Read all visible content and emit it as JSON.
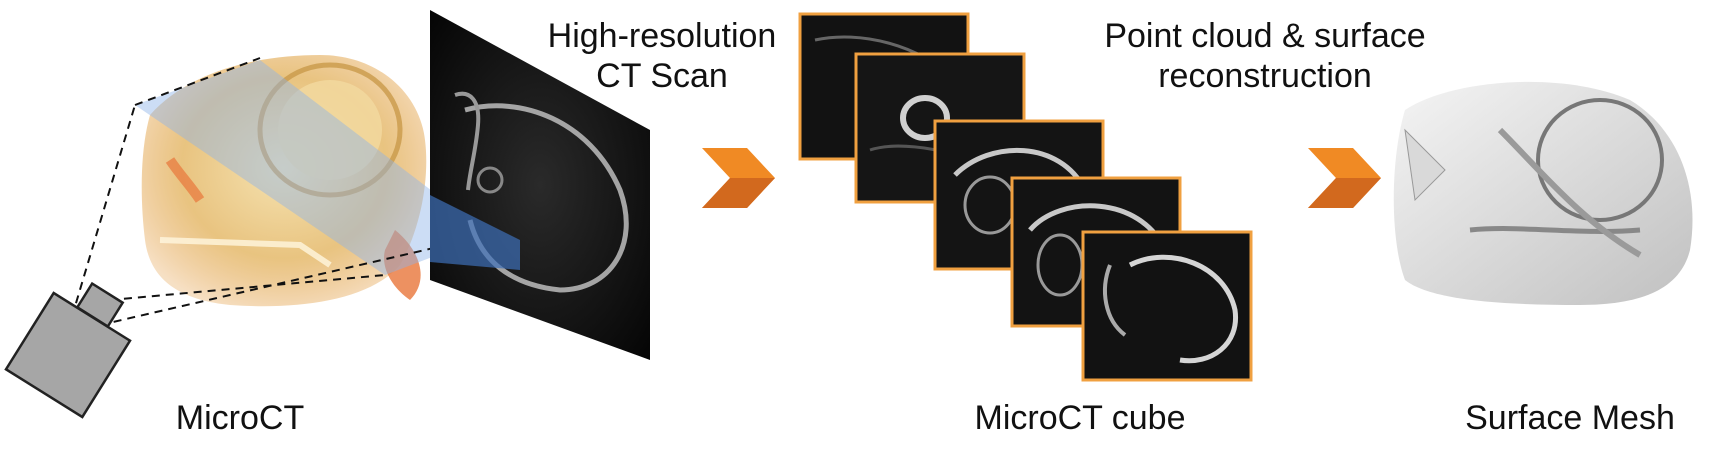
{
  "step_labels": {
    "ct_scan_line1": "High-resolution",
    "ct_scan_line2": "CT Scan",
    "reconstruction_line1": "Point cloud & surface",
    "reconstruction_line2": "reconstruction"
  },
  "caption_labels": {
    "microct": "MicroCT",
    "microct_cube": "MicroCT cube",
    "surface_mesh": "Surface Mesh"
  },
  "colors": {
    "arrow_orange": "#F08A24",
    "arrow_orange_dark": "#D2691E",
    "slice_border": "#F0A040",
    "camera_gray": "#A0A0A0",
    "skull_yellow": "#E9C98A",
    "scan_plane_blue": "#8FB4E8"
  },
  "icons": [
    "camera-icon",
    "chevron-arrow-icon",
    "chevron-arrow-icon"
  ]
}
